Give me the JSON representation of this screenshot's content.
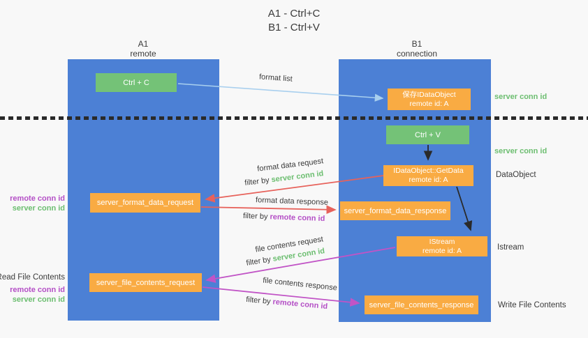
{
  "title": {
    "line1": "A1 - Ctrl+C",
    "line2": "B1 - Ctrl+V"
  },
  "columns": {
    "left": {
      "id": "A1",
      "subtitle": "remote"
    },
    "right": {
      "id": "B1",
      "subtitle": "connection"
    }
  },
  "nodes": {
    "ctrl_c": {
      "label": "Ctrl + C"
    },
    "save_idataobject": {
      "line1": "保存IDataObject",
      "line2": "remote id: A"
    },
    "ctrl_v": {
      "label": "Ctrl + V"
    },
    "getdata": {
      "line1": "IDataObject::GetData",
      "line2": "remote id: A"
    },
    "server_format_data_request": {
      "label": "server_format_data_request"
    },
    "server_format_data_response": {
      "label": "server_format_data_response"
    },
    "istream": {
      "line1": "IStream",
      "line2": "remote id: A"
    },
    "server_file_contents_request": {
      "label": "server_file_contents_request"
    },
    "server_file_contents_response": {
      "label": "server_file_contents_response"
    }
  },
  "arrow_labels": {
    "format_list": "format list",
    "format_data_request": "format data request",
    "format_data_response": "format data response",
    "file_contents_request": "file contents request",
    "file_contents_response": "file contents response",
    "filter_by": "filter by",
    "server_conn_id": "server conn id",
    "remote_conn_id": "remote conn id"
  },
  "side_labels": {
    "server_conn_id_top": "server conn id",
    "server_conn_id_mid": "server conn id",
    "dataobject": "DataObject",
    "istream": "Istream",
    "write_file_contents": "Write File Contents",
    "read_file_contents": "Read File Contents",
    "remote_conn_id": "remote conn id",
    "server_conn_id": "server conn id"
  },
  "colors": {
    "column_blue": "#4c80d5",
    "node_green": "#74c277",
    "node_orange": "#f9ab43",
    "arrow_light_blue": "#a8cfee",
    "arrow_red": "#e7625b",
    "arrow_magenta": "#c154c6",
    "arrow_black": "#2a2a2a",
    "text_green": "#6cbe70",
    "text_purple": "#b44fc6",
    "background": "#f8f8f8"
  }
}
